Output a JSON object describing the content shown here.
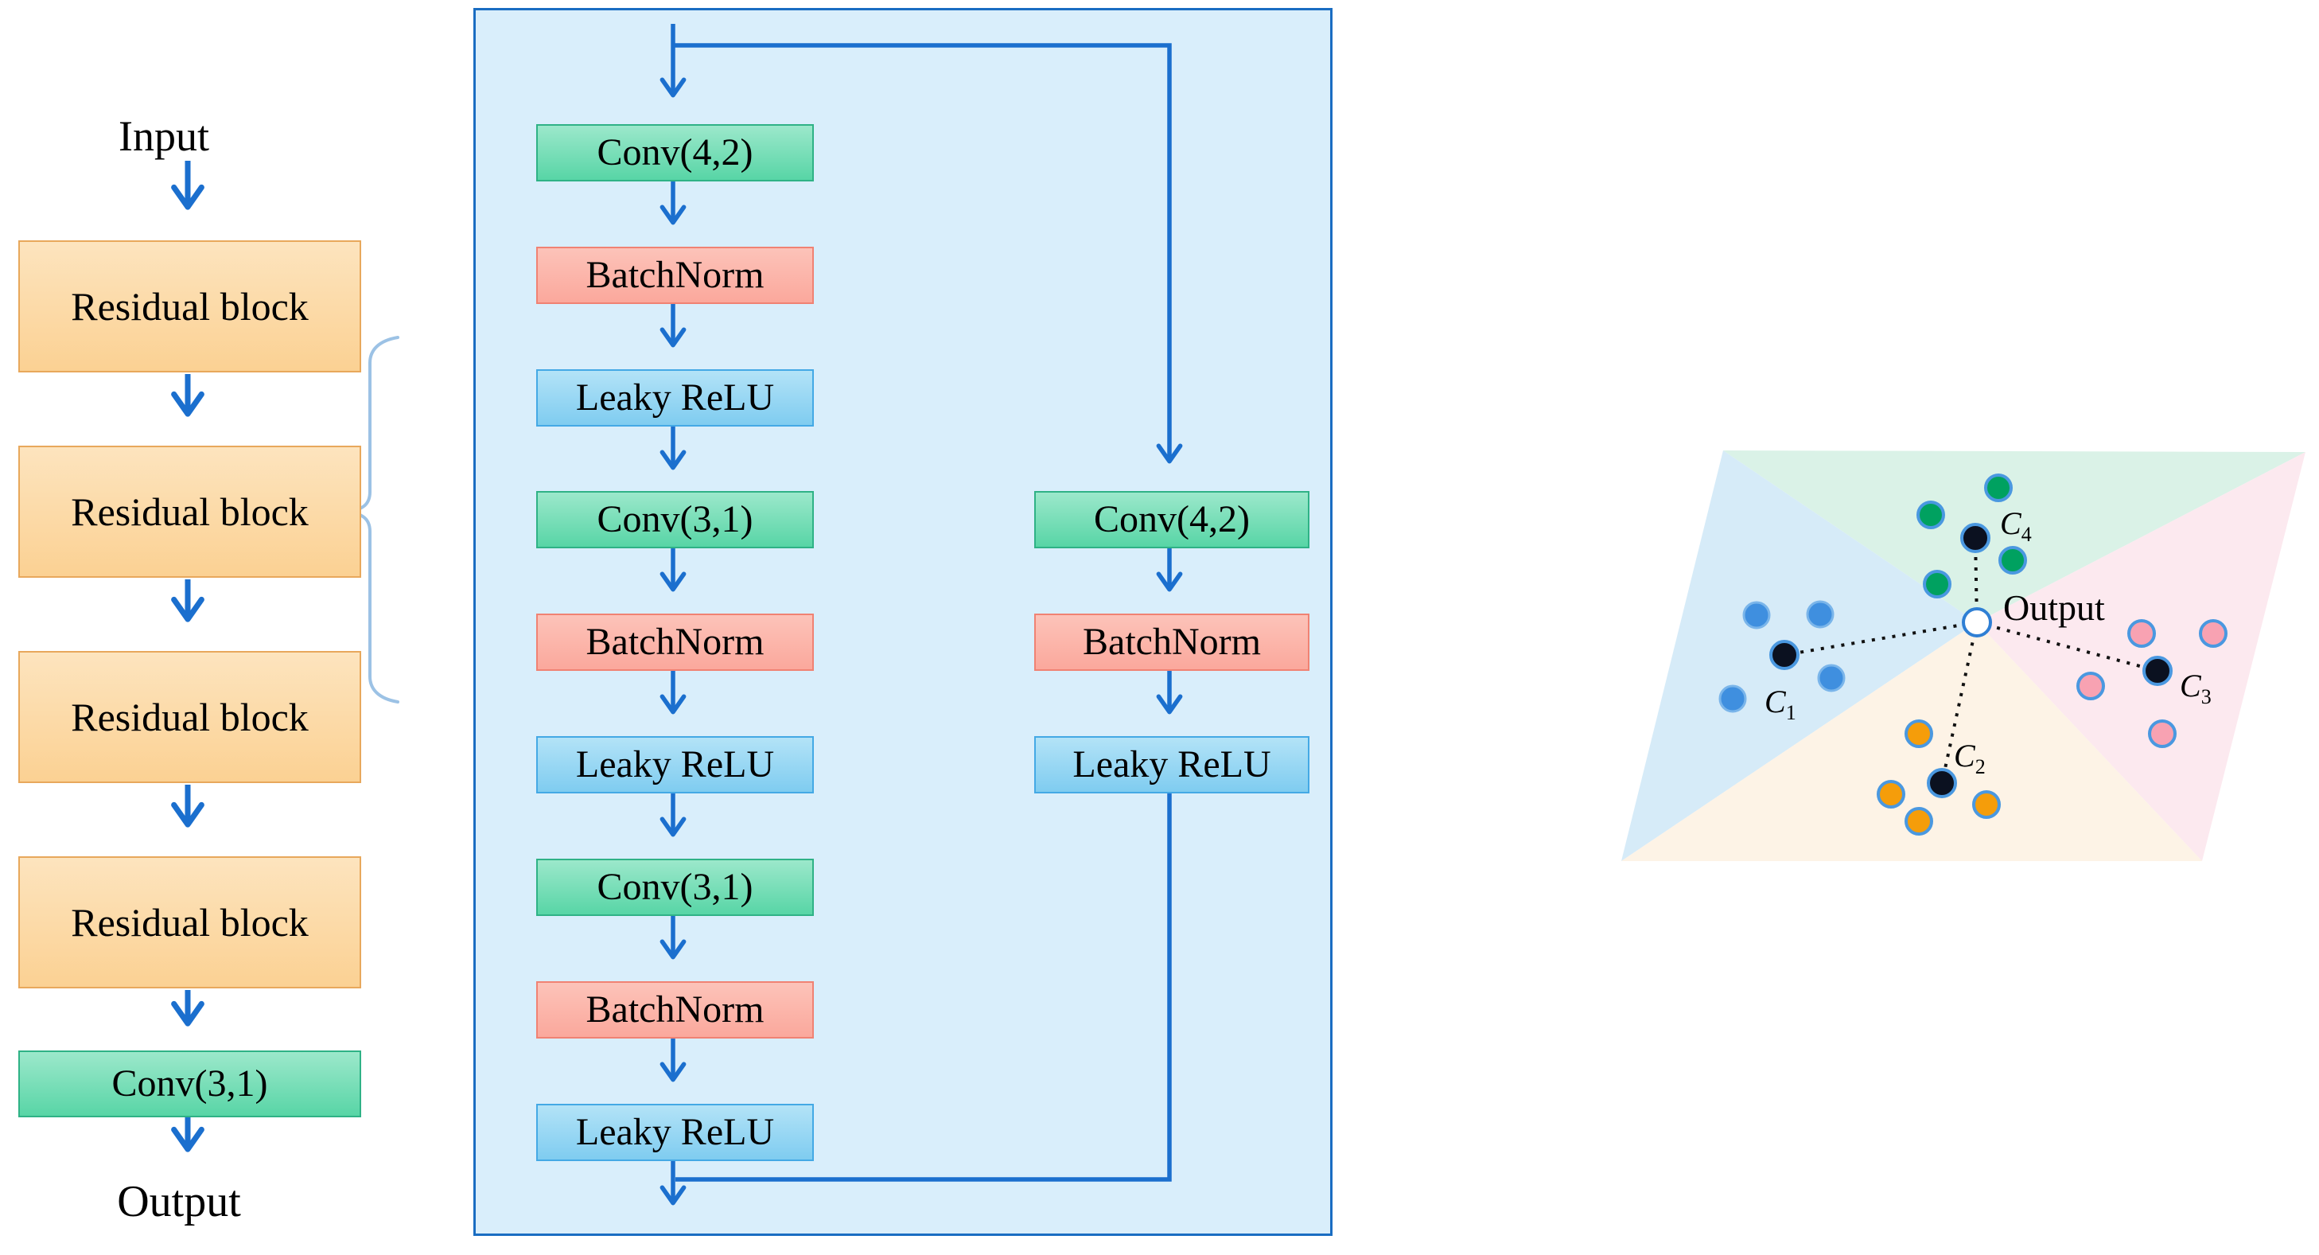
{
  "left_flow": {
    "input_label": "Input",
    "blocks": [
      "Residual block",
      "Residual block",
      "Residual block",
      "Residual block"
    ],
    "conv_label": "Conv(3,1)",
    "output_label": "Output"
  },
  "residual_detail": {
    "main_path": [
      "Conv(4,2)",
      "BatchNorm",
      "Leaky ReLU",
      "Conv(3,1)",
      "BatchNorm",
      "Leaky ReLU",
      "Conv(3,1)",
      "BatchNorm",
      "Leaky ReLU"
    ],
    "skip_path": [
      "Conv(4,2)",
      "BatchNorm",
      "Leaky ReLU"
    ]
  },
  "cluster_diagram": {
    "output_label": "Output",
    "centers": [
      {
        "base": "C",
        "sub": "1"
      },
      {
        "base": "C",
        "sub": "2"
      },
      {
        "base": "C",
        "sub": "3"
      },
      {
        "base": "C",
        "sub": "4"
      }
    ],
    "clusters": [
      {
        "name": "blue-cluster",
        "point_count": 4
      },
      {
        "name": "orange-cluster",
        "point_count": 4
      },
      {
        "name": "pink-cluster",
        "point_count": 4
      },
      {
        "name": "green-cluster",
        "point_count": 4
      }
    ]
  },
  "colors": {
    "arrow_blue": "#1b6fce",
    "residual_fill": "#fcd9a2",
    "residual_border": "#e8a85c",
    "conv_fill": "#66d9ad",
    "conv_border": "#2fb286",
    "batchnorm_fill": "#fbb1a5",
    "batchnorm_border": "#f08273",
    "leakyrelu_fill": "#8fd4f2",
    "leakyrelu_border": "#44a9e5",
    "container_fill": "#d9eefb",
    "container_border": "#1a6dc2",
    "brace": "#9cc2e5",
    "region_blue": "#d6ebf8",
    "region_green": "#daf2e7",
    "region_pink": "#fce9ef",
    "region_cream": "#fdf3e6",
    "dot_blue": "#3f8fdf",
    "dot_green": "#00a160",
    "dot_orange": "#f59d0a",
    "dot_pink": "#f8a2b2",
    "dot_black": "#0b1120",
    "dot_white": "#ffffff",
    "dot_ring": "#4a98e0"
  }
}
